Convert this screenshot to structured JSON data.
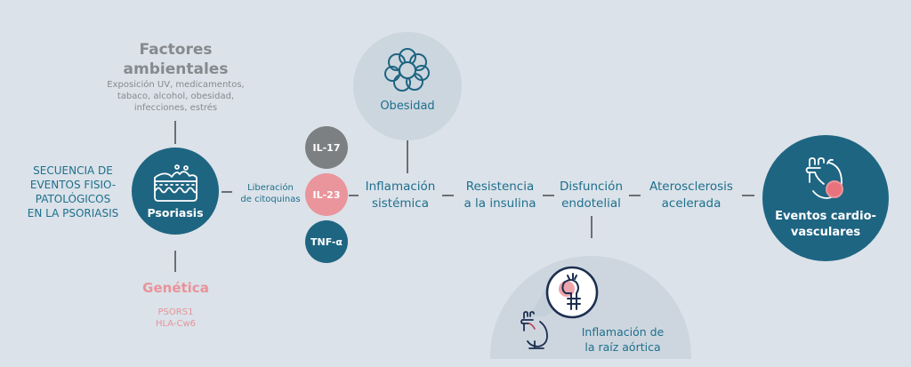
{
  "diagram": {
    "title": "SECUENCIA DE EVENTOS FISIO-PATOLÓGICOS EN LA PSORIASIS",
    "title_lines": [
      "SECUENCIA DE",
      "EVENTOS FISIO-",
      "PATOLÓGICOS",
      "EN LA PSORIASIS"
    ],
    "colors": {
      "background": "#dbe2e9",
      "primary_teal": "#1e6582",
      "text_teal": "#1e6f8c",
      "gray": "#7d8083",
      "pink": "#ea959c",
      "light_circle": "#ccd6df"
    }
  },
  "environmental": {
    "title_lines": [
      "Factores",
      "ambientales"
    ],
    "desc_lines": [
      "Exposición UV, medicamentos,",
      "tabaco, alcohol, obesidad,",
      "infecciones, estrés"
    ]
  },
  "psoriasis": {
    "label": "Psoriasis",
    "icon": "skin-layers-icon"
  },
  "genetics": {
    "title": "Genética",
    "desc_lines": [
      "PSORS1",
      "HLA-Cw6"
    ]
  },
  "cytokine_release": {
    "lines": [
      "Liberación",
      "de citoquinas"
    ]
  },
  "cytokines": [
    {
      "label": "IL-17",
      "color": "#7d8083"
    },
    {
      "label": "IL-23",
      "color": "#ea959c"
    },
    {
      "label": "TNF-α",
      "color": "#1e6582"
    }
  ],
  "obesity": {
    "label": "Obesidad",
    "icon": "fat-cells-icon"
  },
  "steps": [
    {
      "lines": [
        "Inflamación",
        "sistémica"
      ]
    },
    {
      "lines": [
        "Resistencia",
        "a la insulina"
      ]
    },
    {
      "lines": [
        "Disfunción",
        "endotelial"
      ]
    },
    {
      "lines": [
        "Aterosclerosis",
        "acelerada"
      ]
    }
  ],
  "events": {
    "lines": [
      "Eventos cardio-",
      "vasculares"
    ],
    "icon": "heart-icon"
  },
  "aortic": {
    "lines": [
      "Inflamación de",
      "la raíz aórtica"
    ],
    "icon": "aorta-icon"
  }
}
